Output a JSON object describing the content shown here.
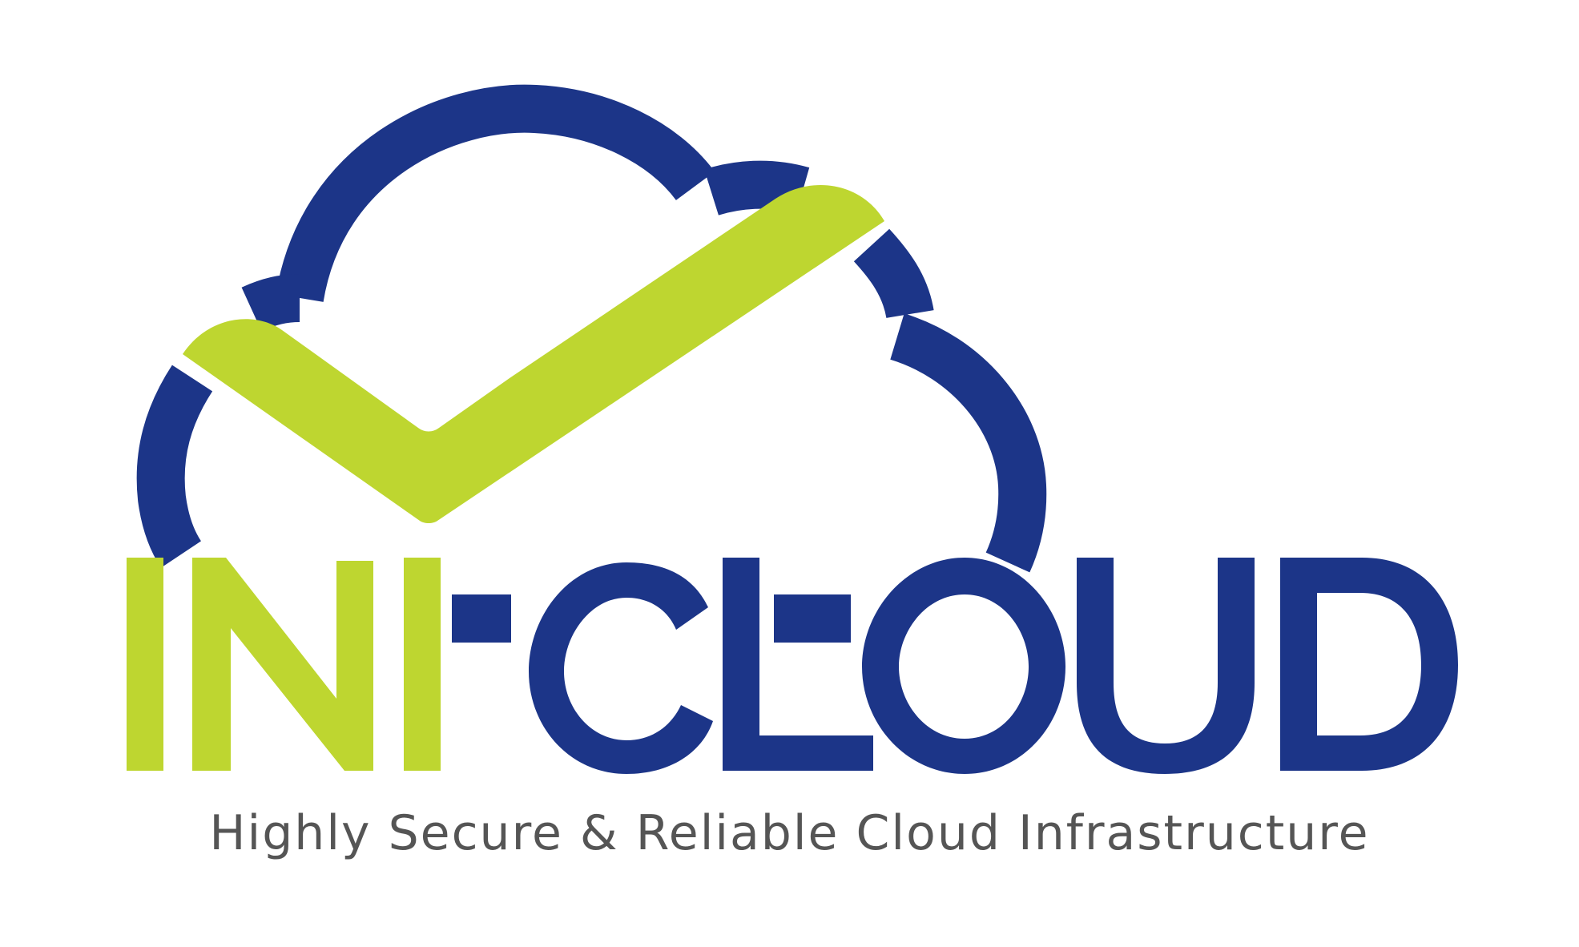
{
  "logo": {
    "wordmark_left": "INI",
    "wordmark_right": "CLOUD",
    "tagline": "Highly Secure & Reliable Cloud Infrastructure",
    "icon": "cloud-checkmark-icon",
    "colors": {
      "navy": "#1c3588",
      "lime": "#bed630",
      "tagline_gray": "#555555",
      "background": "#ffffff"
    }
  }
}
